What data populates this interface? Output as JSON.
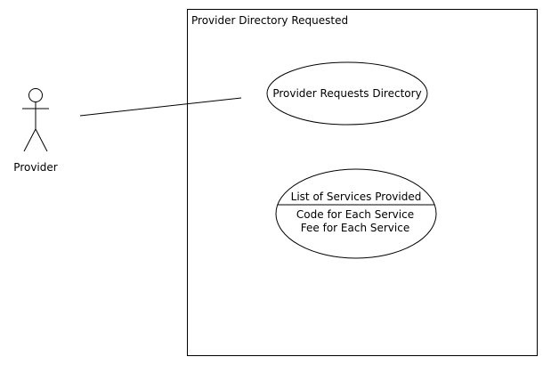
{
  "system": {
    "title": "Provider Directory Requested"
  },
  "actor": {
    "label": "Provider"
  },
  "use_cases": [
    {
      "label": "Provider Requests Directory"
    },
    {
      "header": "List of Services Provided",
      "lines": [
        "Code for Each Service",
        "Fee for Each Service"
      ]
    }
  ],
  "colors": {
    "stroke": "#000000",
    "background": "#ffffff"
  }
}
